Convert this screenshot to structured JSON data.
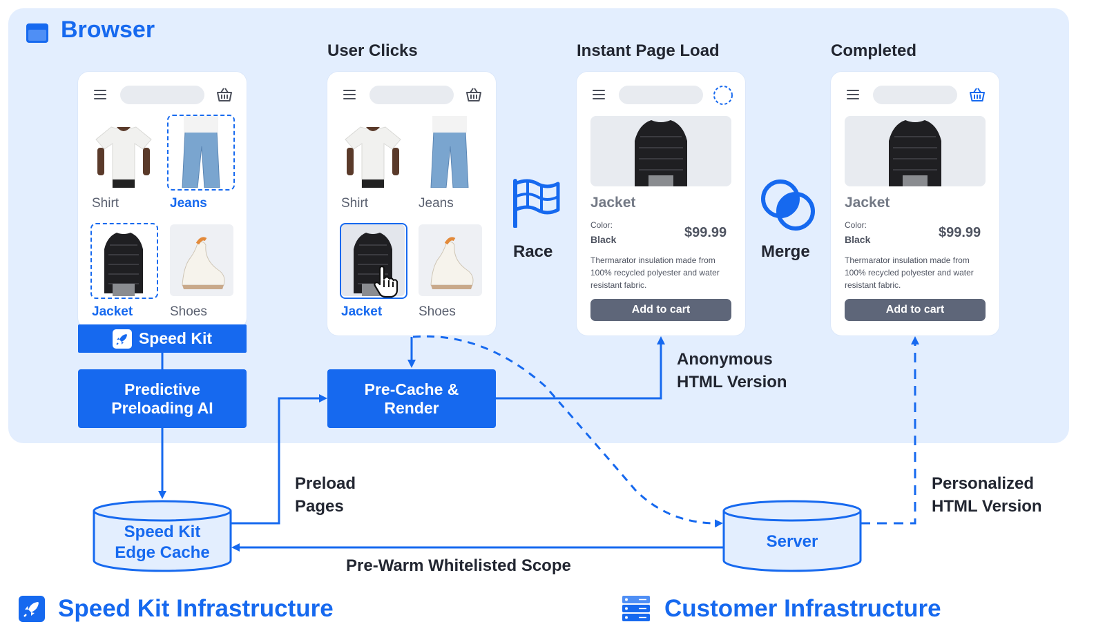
{
  "browser": {
    "title": "Browser"
  },
  "steps": {
    "user_clicks": "User Clicks",
    "instant_page_load": "Instant Page Load",
    "completed": "Completed"
  },
  "catalog": {
    "items": [
      "Shirt",
      "Jeans",
      "Jacket",
      "Shoes"
    ]
  },
  "product": {
    "name": "Jacket",
    "color_label": "Color:",
    "color_value": "Black",
    "price": "$99.99",
    "description": "Thermarator insulation made from 100% recycled polyester and water resistant fabric.",
    "cart_button": "Add to cart"
  },
  "race_label": "Race",
  "merge_label": "Merge",
  "speed_kit_bar": "Speed Kit",
  "predictive_box": "Predictive Preloading AI",
  "precache_box": "Pre-Cache & Render",
  "edge_cache_label": "Speed Kit Edge Cache",
  "server_label": "Server",
  "annotations": {
    "anonymous_1": "Anonymous",
    "anonymous_2": "HTML Version",
    "preload_1": "Preload",
    "preload_2": "Pages",
    "personalized_1": "Personalized",
    "personalized_2": "HTML Version",
    "prewarm": "Pre-Warm Whitelisted Scope"
  },
  "footer": {
    "left_title": "Speed Kit Infrastructure",
    "right_title": "Customer Infrastructure"
  },
  "colors": {
    "accent": "#1669ef",
    "panel": "#e3eefe",
    "cart_button": "#5e6679"
  },
  "icons": [
    "browser-window-icon",
    "menu-icon",
    "basket-icon",
    "rocket-icon",
    "flag-icon",
    "merge-circles-icon",
    "cursor-hand-icon",
    "server-rack-icon"
  ]
}
